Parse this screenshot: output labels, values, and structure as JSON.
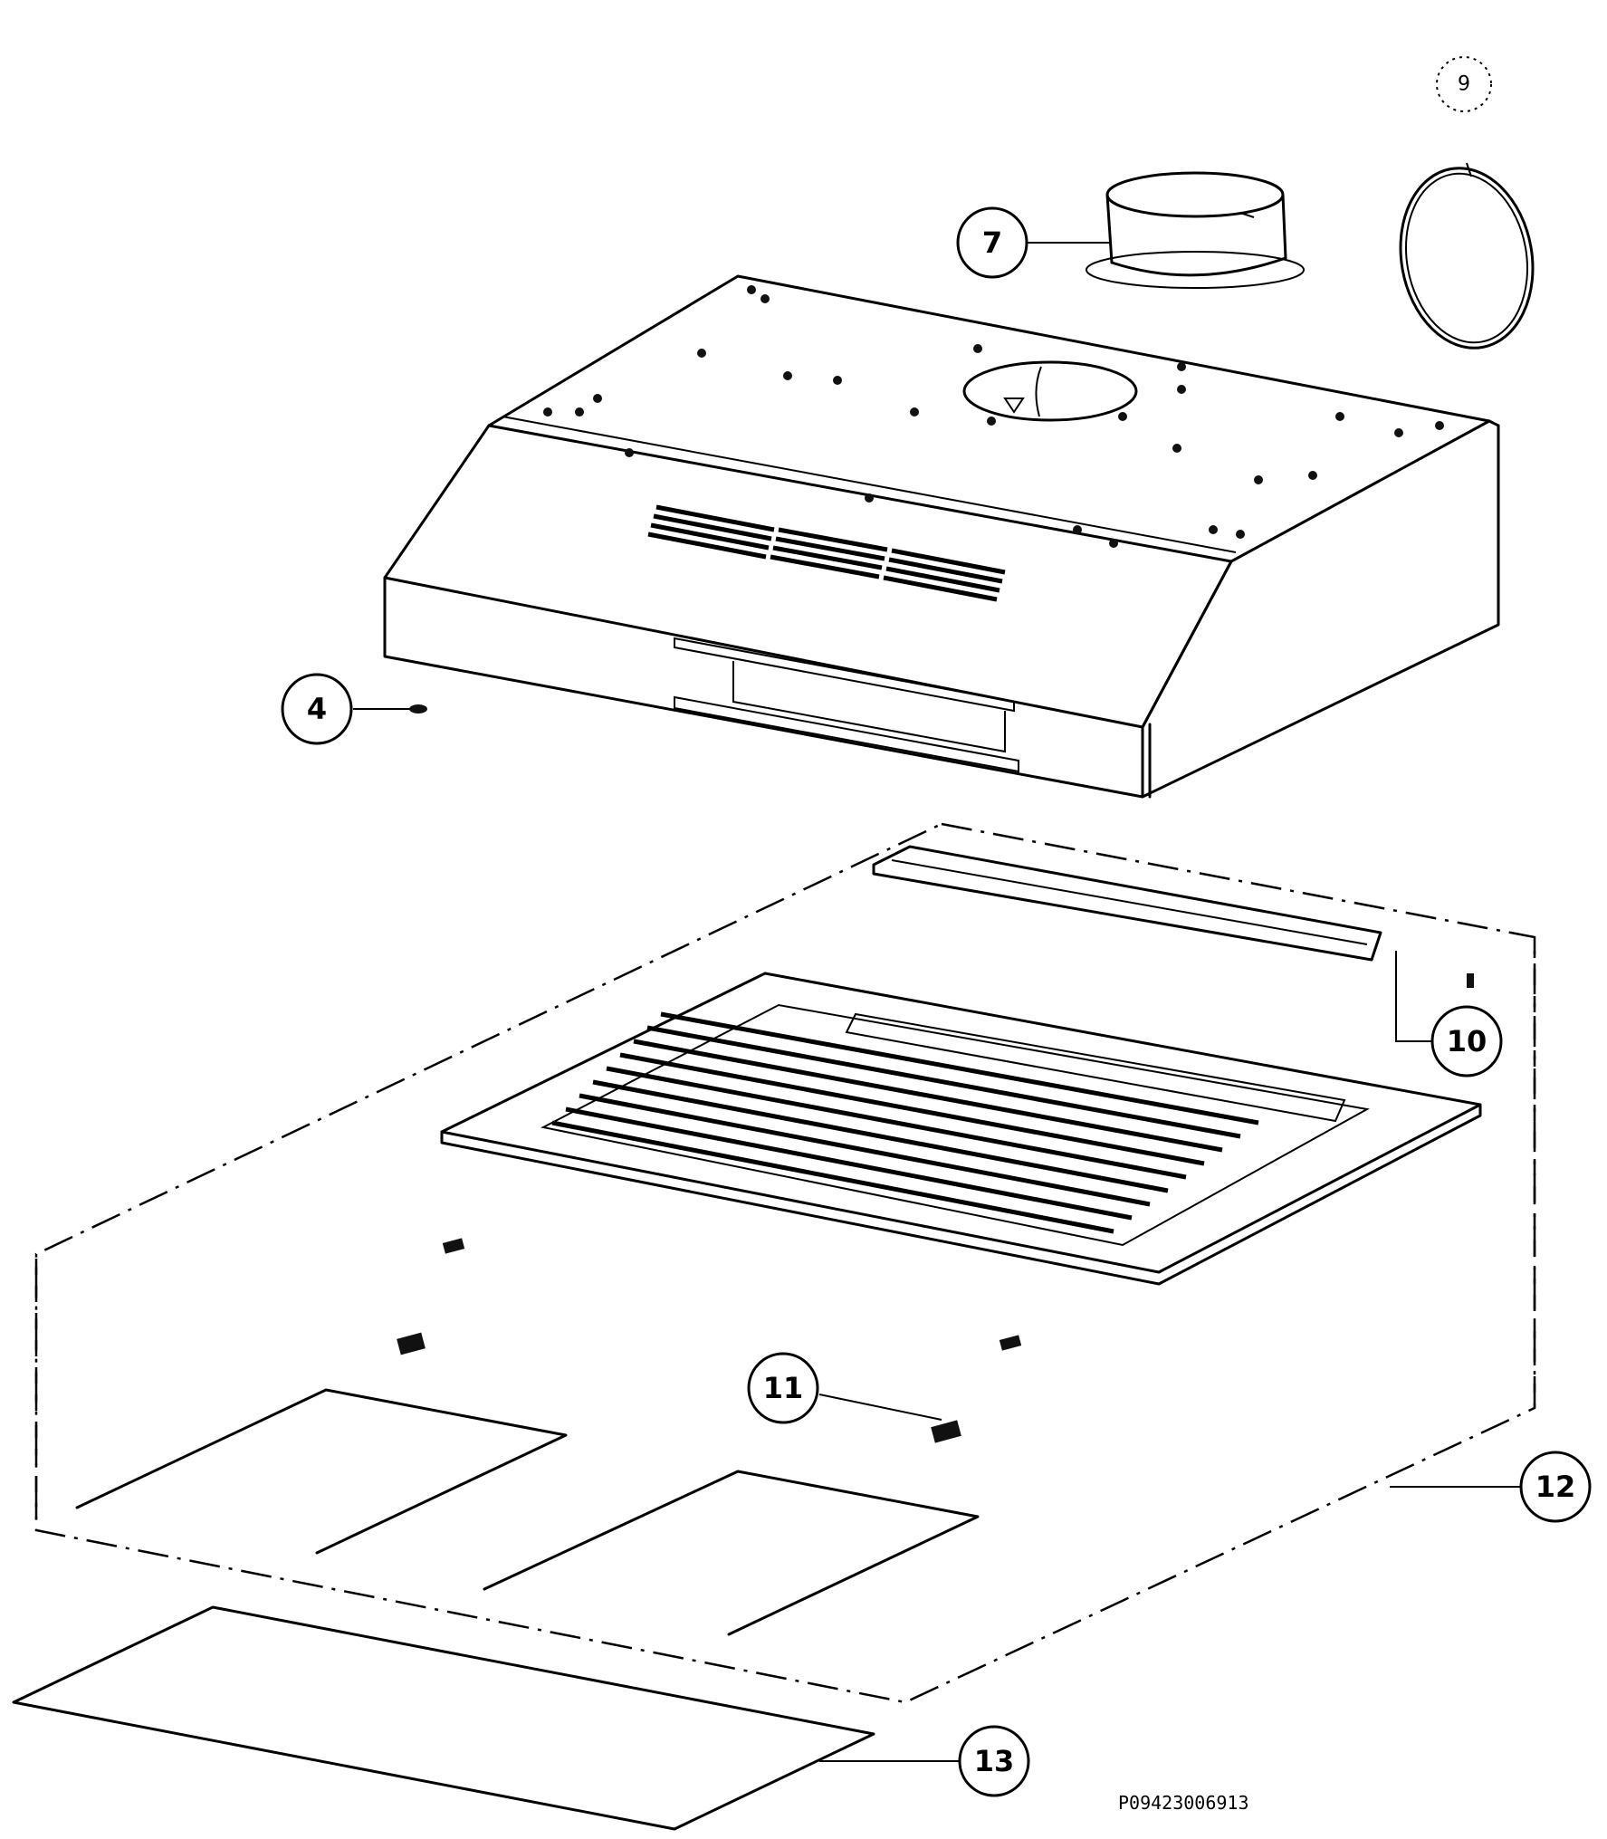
{
  "callouts": {
    "c4": "4",
    "c7": "7",
    "c9": "9",
    "c10": "10",
    "c11": "11",
    "c12": "12",
    "c13": "13"
  },
  "part_code": "P09423006913"
}
